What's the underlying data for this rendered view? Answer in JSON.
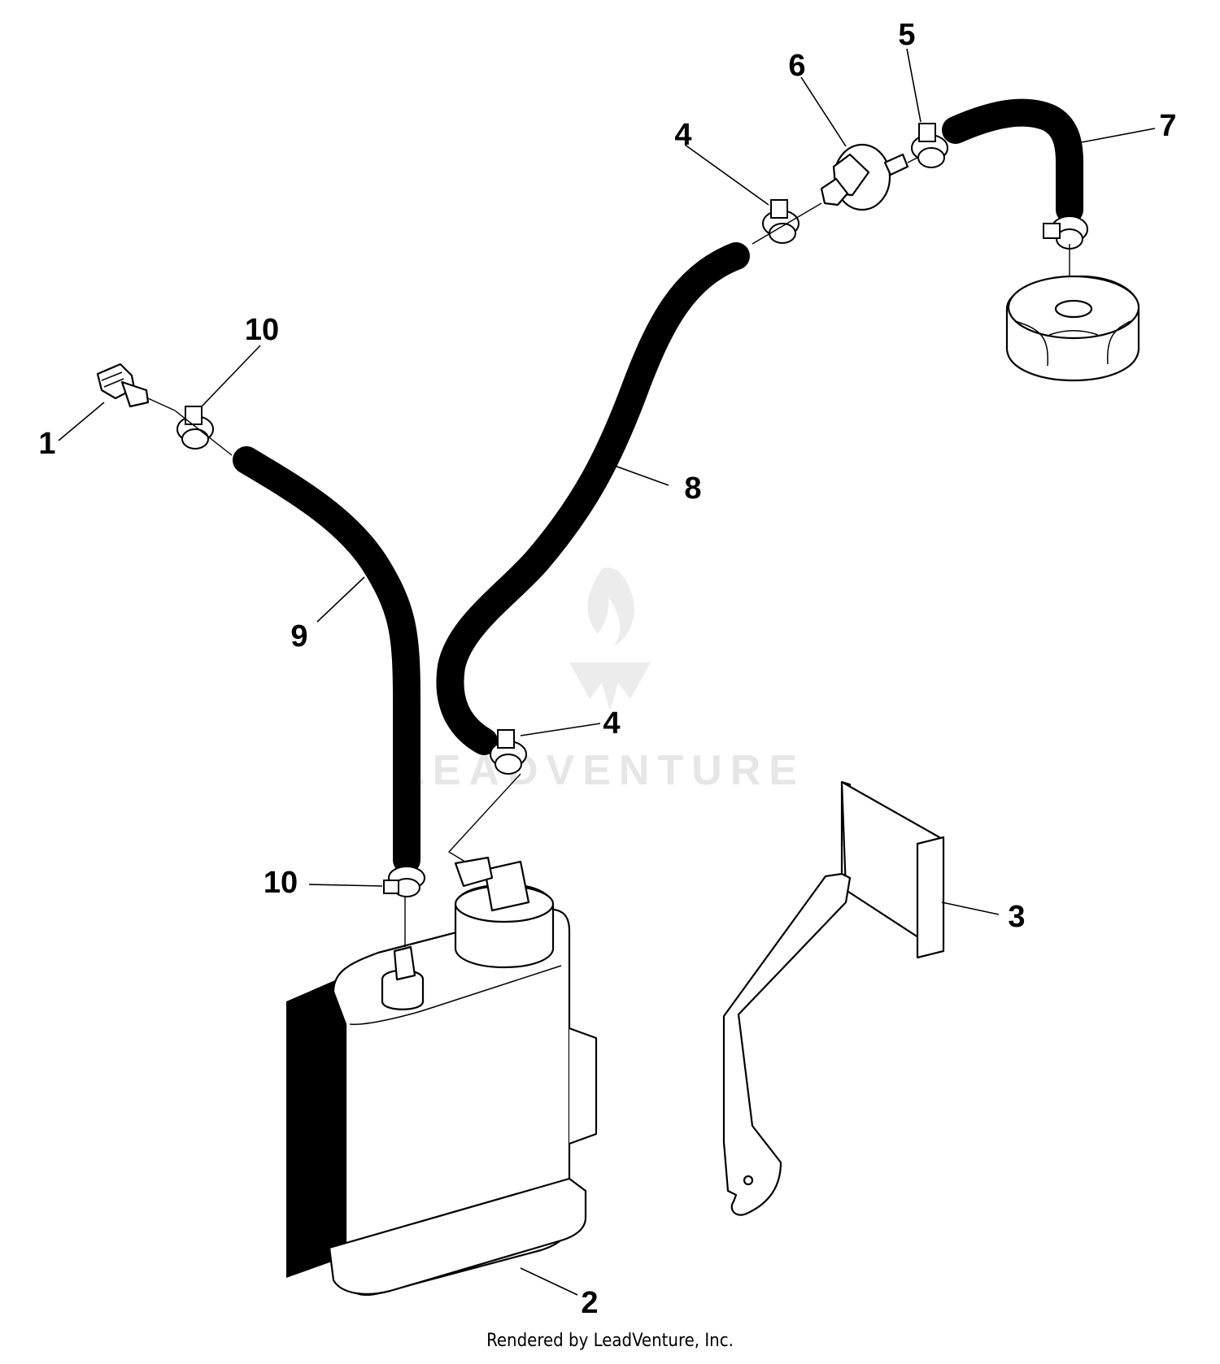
{
  "diagram": {
    "callouts": [
      {
        "id": "c1",
        "label": "1"
      },
      {
        "id": "c2",
        "label": "2"
      },
      {
        "id": "c3",
        "label": "3"
      },
      {
        "id": "c4a",
        "label": "4"
      },
      {
        "id": "c4b",
        "label": "4"
      },
      {
        "id": "c5",
        "label": "5"
      },
      {
        "id": "c6",
        "label": "6"
      },
      {
        "id": "c7",
        "label": "7"
      },
      {
        "id": "c8",
        "label": "8"
      },
      {
        "id": "c9",
        "label": "9"
      },
      {
        "id": "c10a",
        "label": "10"
      },
      {
        "id": "c10b",
        "label": "10"
      }
    ],
    "watermark": "LEADVENTURE",
    "credit": "Rendered by LeadVenture, Inc."
  }
}
